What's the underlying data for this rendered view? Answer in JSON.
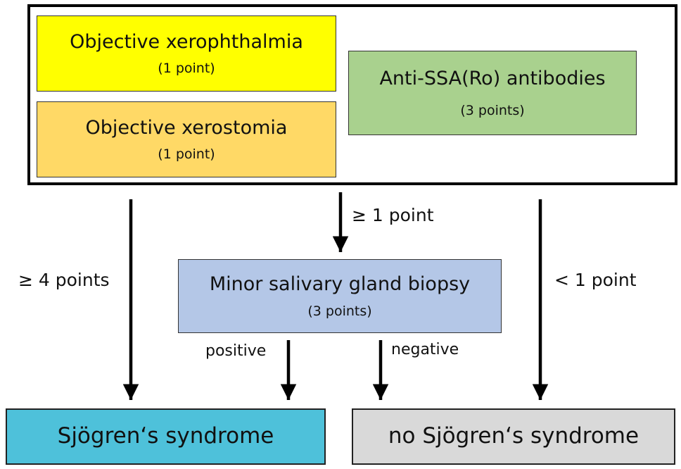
{
  "criteria": {
    "xerophthalmia": {
      "title": "Objective xerophthalmia",
      "points": "(1 point)"
    },
    "xerostomia": {
      "title": "Objective xerostomia",
      "points": "(1 point)"
    },
    "antibodies": {
      "title": "Anti-SSA(Ro) antibodies",
      "points": "(3 points)"
    }
  },
  "biopsy": {
    "title": "Minor salivary gland biopsy",
    "points": "(3 points)"
  },
  "outcomes": {
    "positive": "Sjögren‘s syndrome",
    "negative": "no Sjögren‘s syndrome"
  },
  "edges": {
    "high_score": "≥ 4 points",
    "mid_score": "≥ 1 point",
    "low_score": "< 1 point",
    "biopsy_positive": "positive",
    "biopsy_negative": "negative"
  },
  "colors": {
    "xerophthalmia": "#ffff00",
    "xerostomia": "#ffd966",
    "antibodies": "#a9d18e",
    "biopsy": "#b4c7e7",
    "positive_outcome": "#4ec1da",
    "negative_outcome": "#d9d9d9"
  }
}
